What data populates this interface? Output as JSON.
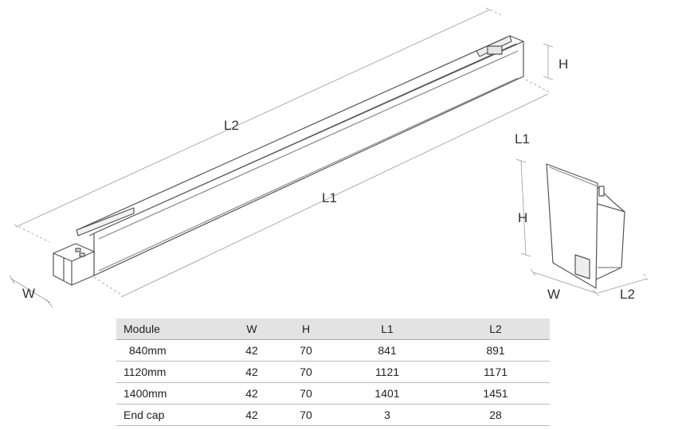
{
  "drawing": {
    "labels": {
      "l2_main": "L2",
      "l1_main": "L1",
      "h_main": "H",
      "w_main": "W",
      "l1_cap": "L1",
      "h_cap": "H",
      "w_cap": "W",
      "l2_cap": "L2"
    }
  },
  "table": {
    "headers": [
      "Module",
      "W",
      "H",
      "L1",
      "L2"
    ],
    "rows": [
      [
        "840mm",
        "42",
        "70",
        "841",
        "891"
      ],
      [
        "1120mm",
        "42",
        "70",
        "1121",
        "1171"
      ],
      [
        "1400mm",
        "42",
        "70",
        "1401",
        "1451"
      ],
      [
        "End cap",
        "42",
        "70",
        "3",
        "28"
      ]
    ]
  }
}
